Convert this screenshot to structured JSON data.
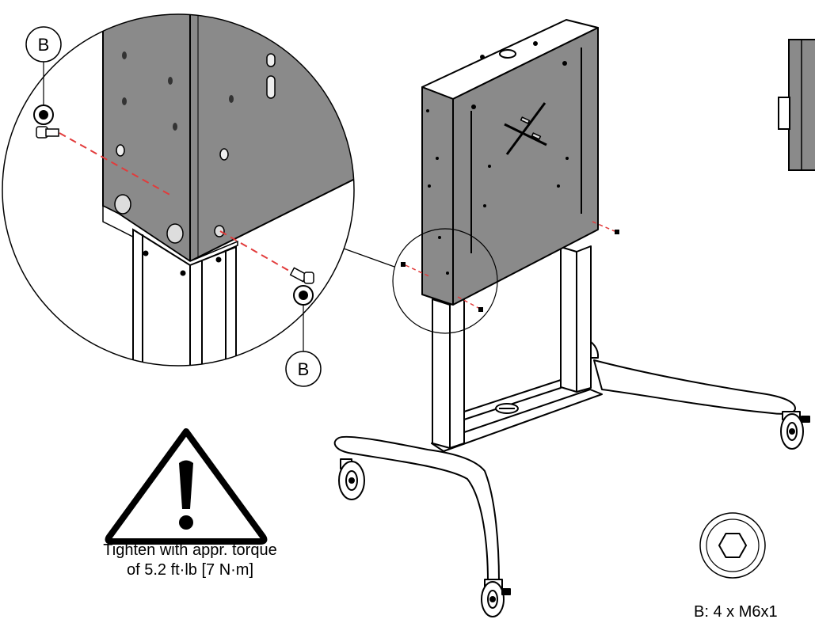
{
  "callouts": {
    "top_label": "B",
    "bottom_label": "B"
  },
  "warning": {
    "line1": "Tighten with appr. torque",
    "line2": "of 5.2 ft·lb [7 N·m]"
  },
  "hardware": {
    "caption": "B: 4 x M6x1"
  },
  "colors": {
    "panel_fill": "#8a8a8a",
    "outline": "#000000",
    "dash_line": "#e23b3b",
    "background": "#ffffff"
  }
}
